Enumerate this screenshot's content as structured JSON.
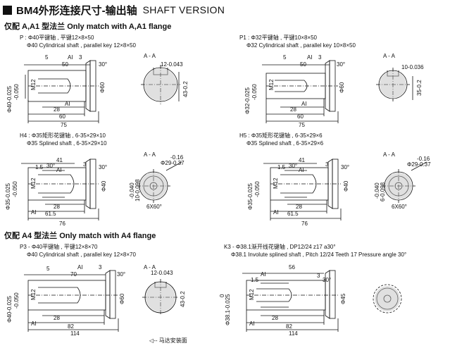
{
  "header": {
    "title_cn": "BM4外形连接尺寸-输出轴",
    "title_en": "SHAFT VERSION"
  },
  "flange_a": "仅配 A,A1 型法兰  Only match with A,A1 flange",
  "flange_a4": "仅配 A4 型法兰  Only match with A4 flange",
  "section_label": "A - A",
  "options": {
    "P": {
      "code": "P : Φ40平键轴 , 平键12×8×50",
      "desc": "Φ40 Cylindrical shaft , parallel key 12×8×50",
      "dims": {
        "top1": "5",
        "top2": "50",
        "ai1": "AI",
        "ai2": "3",
        "angle": "30°",
        "bore": "M12",
        "dia_l": "Φ40-0.025",
        "dia_l2": "-0.050",
        "dia_r": "Φ60",
        "b1": "28",
        "b2": "AI",
        "b3": "60",
        "b4": "75",
        "sec1": "12-0.043",
        "sec2": "43-0.2"
      }
    },
    "P1": {
      "code": "P1 : Φ32平键轴 , 平键10×8×50",
      "desc": "Φ32 Cylindrical shaft , parallel key 10×8×50",
      "dims": {
        "top1": "5",
        "top2": "50",
        "ai1": "AI",
        "ai2": "3",
        "angle": "30°",
        "bore": "M12",
        "dia_l": "Φ32-0.025",
        "dia_l2": "-0.050",
        "dia_r": "Φ60",
        "b1": "28",
        "b2": "AI",
        "b3": "60",
        "b4": "75",
        "sec1": "10-0.036",
        "sec2": "35-0.2"
      }
    },
    "H4": {
      "code": "H4 : Φ35矩形花键轴 , 6-35×29×10",
      "desc": "Φ35 Splined shaft , 6-35×29×10",
      "dims": {
        "top1": "41",
        "top2": "1.5",
        "ai1": "AI",
        "ai2": "3",
        "angle": "30°",
        "angle2": "30°",
        "bore": "M12",
        "dia_l": "Φ35-0.025",
        "dia_l2": "-0.050",
        "dia_r": "Φ40",
        "b1": "28",
        "b2": "AI",
        "b3": "61.5",
        "b4": "76",
        "sec1": "-0.16",
        "sec2": "Φ29-0.37",
        "sec3": "-0.040",
        "sec4": "10-0.098",
        "sec5": "6X60°"
      }
    },
    "H5": {
      "code": "H5 : Φ35矩形花键轴 , 6-35×29×6",
      "desc": "Φ35 Splined shaft , 6-35×29×6",
      "dims": {
        "top1": "41",
        "top2": "1.5",
        "ai1": "AI",
        "ai2": "3",
        "angle": "30°",
        "angle2": "30°",
        "bore": "M12",
        "dia_l": "Φ35-0.025",
        "dia_l2": "-0.050",
        "dia_r": "Φ40",
        "b1": "28",
        "b2": "AI",
        "b3": "61.5",
        "b4": "76",
        "sec1": "-0.16",
        "sec2": "Φ29-0.37",
        "sec3": "-0.040",
        "sec4": "6-0.098",
        "sec5": "6X60°"
      }
    },
    "P3": {
      "code": "P3 - Φ40平键轴 , 平键12×8×70",
      "desc": "Φ40 Cylindrical shaft , parallel key 12×8×70",
      "dims": {
        "top1": "5",
        "top2": "70",
        "ai1": "AI",
        "ai2": "3",
        "angle": "30°",
        "bore": "M12",
        "dia_l": "Φ40-0.025",
        "dia_l2": "-0.050",
        "dia_r": "Φ60",
        "b1": "28",
        "b2": "AI",
        "b3": "82",
        "b4": "114",
        "sec1": "12-0.043",
        "sec2": "43-0.2"
      }
    },
    "K3": {
      "code": "K3 - Φ38.1渐开线花键轴 , DP12/24 z17  a30°",
      "desc": "Φ38.1 Involute splined shaft , Pitch 12/24 Teeth 17 Pressure angle 30°",
      "dims": {
        "top1": "56",
        "top2": "1.5",
        "ai1": "AI",
        "ai2": "3",
        "angle": "30°",
        "bore": "M12",
        "dia_l": "Φ38.1-0.025",
        "dia_l2": "0",
        "dia_r": "Φ45",
        "b1": "28",
        "b2": "AI",
        "b3": "82",
        "b4": "114"
      }
    }
  },
  "legend": "◁-- 马达安装面"
}
